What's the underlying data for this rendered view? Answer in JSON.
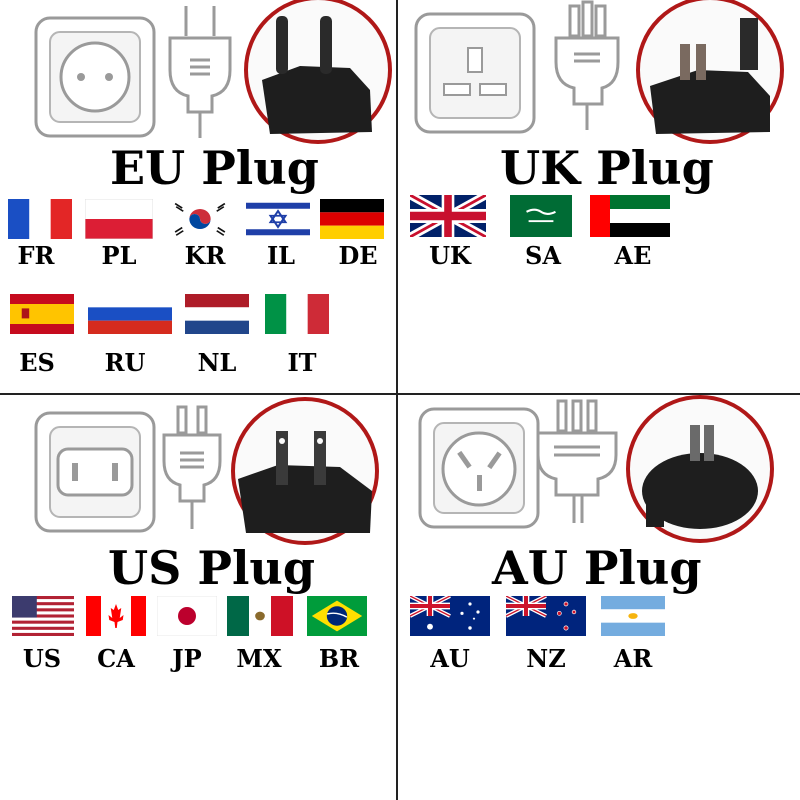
{
  "panels": {
    "eu": {
      "title": "EU Plug",
      "countries": [
        "FR",
        "PL",
        "KR",
        "IL",
        "DE",
        "ES",
        "RU",
        "NL",
        "IT"
      ]
    },
    "uk": {
      "title": "UK Plug",
      "countries": [
        "UK",
        "SA",
        "AE"
      ]
    },
    "us": {
      "title": "US Plug",
      "countries": [
        "US",
        "CA",
        "JP",
        "MX",
        "BR"
      ]
    },
    "au": {
      "title": "AU Plug",
      "countries": [
        "AU",
        "NZ",
        "AR"
      ]
    }
  },
  "colors": {
    "photo_ring": "#b01818",
    "outline_gray": "#9a9a9a",
    "plug_body": "#1e1e1e"
  },
  "icons": [
    "socket-icon",
    "plug-icon",
    "plug-photo"
  ]
}
